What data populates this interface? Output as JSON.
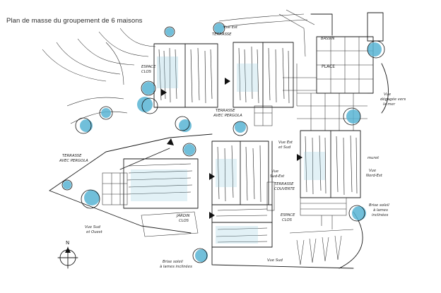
{
  "title": "Plan de masse du groupement de 6 maisons",
  "labels": {
    "terrasse_top": "TERRASSE",
    "vue_est_top": "Vue Est",
    "bassin": "BASSIN",
    "place": "PLACE",
    "espace_clos_top_1": "ESPACE",
    "espace_clos_top_2": "CLOS",
    "vue_degagee_1": "Vue",
    "vue_degagee_2": "dégagée vers",
    "vue_degagee_3": "la mer",
    "terrasse_pergola_mid_1": "TERRASSE",
    "terrasse_pergola_mid_2": "AVEC PERGOLA",
    "vue_est_ouest_1": "Vue Est",
    "vue_est_ouest_2": "et Sud",
    "terrasse_pergola_left_1": "TERRASSE",
    "terrasse_pergola_left_2": "AVEC PERGOLA",
    "vue_sud_est_1": "Vue",
    "vue_sud_est_2": "Sud-Est",
    "terrasse_couverte_1": "TERRASSE",
    "terrasse_couverte_2": "COUVERTE",
    "muret": "muret",
    "vue_nord_est_1": "Vue",
    "vue_nord_est_2": "Nord-Est",
    "brise_soleil_right_1": "Brise soleil",
    "brise_soleil_right_2": "à lames",
    "brise_soleil_right_3": "inclinées",
    "espace_clos_mid_1": "ESPACE",
    "espace_clos_mid_2": "CLOS",
    "jardin_clos_1": "JARDIN",
    "jardin_clos_2": "CLOS",
    "vue_sud_ouest_1": "Vue Sud",
    "vue_sud_ouest_2": "et Ouest",
    "vue_sud": "Vue Sud",
    "brise_soleil_bottom_1": "Brise soleil",
    "brise_soleil_bottom_2": "à lames inclinées",
    "north": "N"
  },
  "colors": {
    "ink": "#1a1a1a",
    "vegetation": "#58b4d4",
    "paper": "#ffffff"
  }
}
